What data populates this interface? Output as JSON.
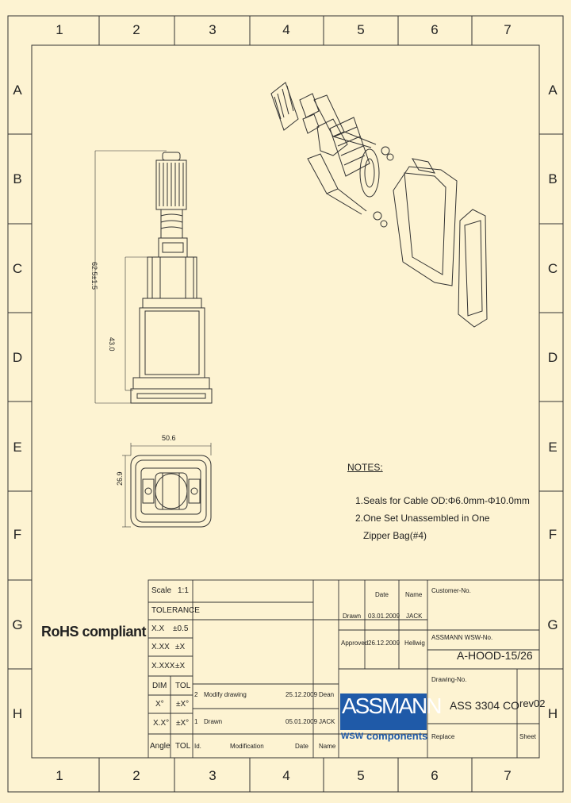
{
  "grid": {
    "columns": [
      "1",
      "2",
      "3",
      "4",
      "5",
      "6",
      "7"
    ],
    "rows": [
      "A",
      "B",
      "C",
      "D",
      "E",
      "F",
      "G",
      "H"
    ]
  },
  "drawing": {
    "dims": {
      "width": "50.6",
      "height": "26.9",
      "body": "43.0",
      "overall": "62.5±1.5"
    },
    "notes": {
      "title": "NOTES:",
      "items": [
        "1.Seals for Cable OD:Φ6.0mm-Φ10.0mm",
        "2.One Set Unassembled in One",
        "Zipper  Bag(#4)"
      ]
    }
  },
  "rohs": "RoHS compliant",
  "title_block": {
    "scale_label": "Scale",
    "scale_value": "1:1",
    "tolerance_label": "TOLERANCE",
    "tol_rows": [
      {
        "k": "X.X",
        "v": "±0.5"
      },
      {
        "k": "X.XX",
        "v": "±X"
      },
      {
        "k": "X.XXX",
        "v": "±X"
      }
    ],
    "dim_label": "DIM",
    "tol_label": "TOL",
    "angle_rows": [
      {
        "k": "X°",
        "v": "±X°"
      },
      {
        "k": "X.X°",
        "v": "±X°"
      }
    ],
    "angle_label": "Angle",
    "date_header": "Date",
    "name_header": "Name",
    "drawn_label": "Drawn",
    "drawn_date": "03.01.2009",
    "drawn_name": "JACK",
    "approved_label": "Approved",
    "approved_date": "26.12.2009",
    "approved_name": "Hellwig",
    "revisions": [
      {
        "id": "2",
        "desc": "Modify drawing",
        "date": "25.12.2009",
        "name": "Dean"
      },
      {
        "id": "1",
        "desc": "Drawn",
        "date": "05.01.2009",
        "name": "JACK"
      }
    ],
    "rev_id_header": "Id.",
    "rev_mod_header": "Modification",
    "rev_date_header": "Date",
    "rev_name_header": "Name",
    "customer_label": "Customer-No.",
    "assmann_label": "ASSMANN WSW-No.",
    "part_no": "A-HOOD-15/26",
    "drawing_label": "Drawing-No.",
    "drawing_no": "ASS 3304 CO",
    "revision": "rev02",
    "replace_label": "Replace",
    "sheet_label": "Sheet",
    "logo_main": "ASSMANN",
    "logo_wsw": "WSW",
    "logo_sub": "components",
    "logo_color": "#1f5aa8"
  }
}
